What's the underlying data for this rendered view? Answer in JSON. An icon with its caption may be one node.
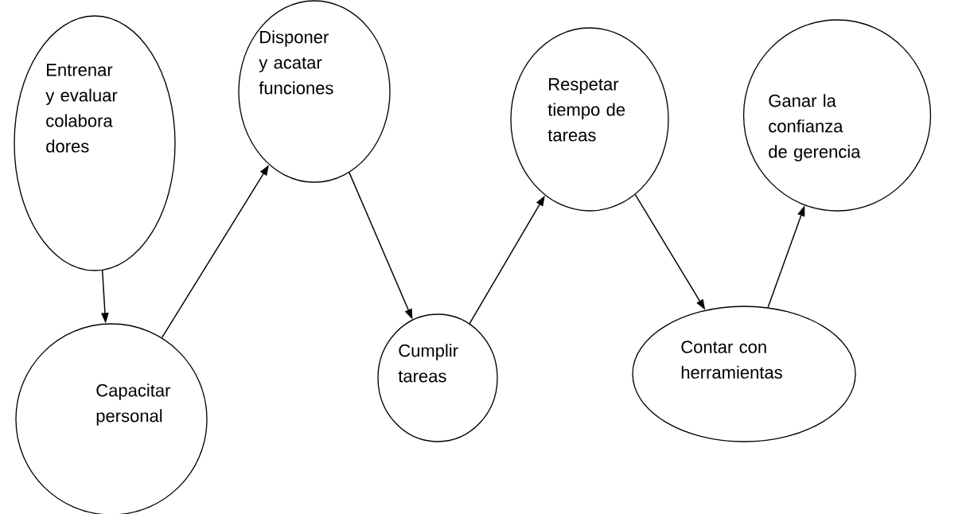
{
  "diagram": {
    "nodes": [
      {
        "text": [
          "Entrenar y evaluar colabora dores"
        ]
      },
      {
        "text": [
          "Capacitar personal"
        ]
      },
      {
        "text": [
          "Disponer y acatar funciones"
        ]
      },
      {
        "text": [
          "Cumplir tareas"
        ]
      },
      {
        "text": [
          "Respetar tiempo de tareas"
        ]
      },
      {
        "text": [
          "Contar con herramientas"
        ]
      },
      {
        "text": [
          "Ganar la confianza de gerencia"
        ]
      }
    ],
    "edges": [
      {
        "from": 0,
        "to": 1,
        "arrow": "to"
      },
      {
        "from": 1,
        "to": 2,
        "arrow": "to"
      },
      {
        "from": 2,
        "to": 3,
        "arrow": "to"
      },
      {
        "from": 3,
        "to": 4,
        "arrow": "to"
      },
      {
        "from": 4,
        "to": 5,
        "arrow": "to"
      },
      {
        "from": 5,
        "to": 6,
        "arrow": "to"
      }
    ]
  }
}
